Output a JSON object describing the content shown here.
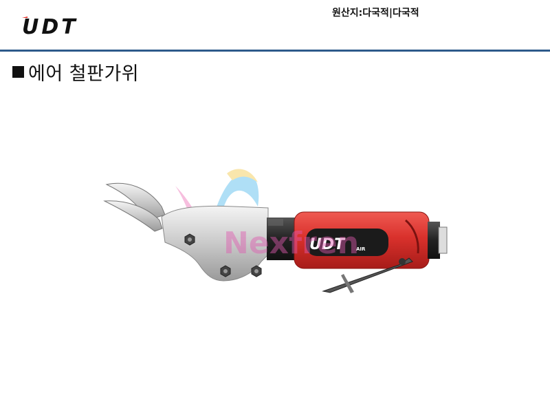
{
  "brand": {
    "logo_text": "UDT",
    "logo_color": "#111111",
    "accent": "#e0201b"
  },
  "header": {
    "origin_text": "원산지:다국적|다국적",
    "rule_color": "#2d5a8a"
  },
  "product": {
    "title": "에어 철판가위",
    "tool_label": "UDT",
    "tool_sublabel": "AIR",
    "watermark": "Nexfren",
    "body_color": "#d9312c"
  }
}
